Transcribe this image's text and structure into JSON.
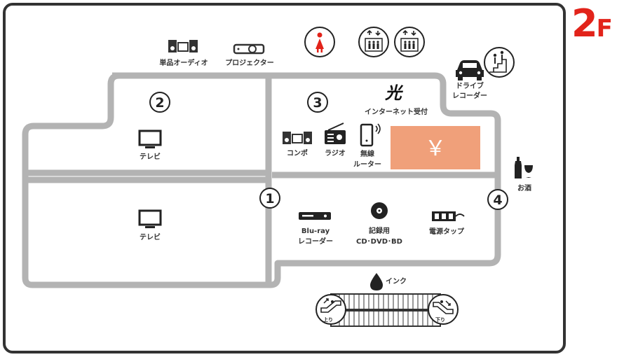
{
  "floor": {
    "number": "2",
    "suffix": "F"
  },
  "colors": {
    "accent": "#e2231a",
    "path": "#b3b3b3",
    "cashier": "#f0a07a",
    "frame": "#333333"
  },
  "areas": {
    "a1": "1",
    "a2": "2",
    "a3": "3",
    "a4": "4"
  },
  "labels": {
    "audio": "単品オーディオ",
    "projector": "プロジェクター",
    "drive1": "ドライブ",
    "drive2": "レコーダー",
    "hikari": "光",
    "internet": "インターネット受付",
    "tv1": "テレビ",
    "tv2": "テレビ",
    "compo": "コンポ",
    "radio": "ラジオ",
    "router1": "無線",
    "router2": "ルーター",
    "cashier": "￥",
    "sake": "お酒",
    "bluray1": "Blu-ray",
    "bluray2": "レコーダー",
    "media1": "記録用",
    "media2": "CD･DVD･BD",
    "tap": "電源タップ",
    "ink": "インク",
    "up": "上り",
    "down": "下り"
  },
  "icons": [
    "speaker-icon",
    "projector-icon",
    "restroom-icon",
    "elevator-icon",
    "car-icon",
    "stairs-icon",
    "tv-icon",
    "radio-icon",
    "router-icon",
    "wine-icon",
    "recorder-icon",
    "disc-icon",
    "power-strip-icon",
    "ink-drop-icon",
    "escalator-up-icon",
    "escalator-down-icon"
  ]
}
